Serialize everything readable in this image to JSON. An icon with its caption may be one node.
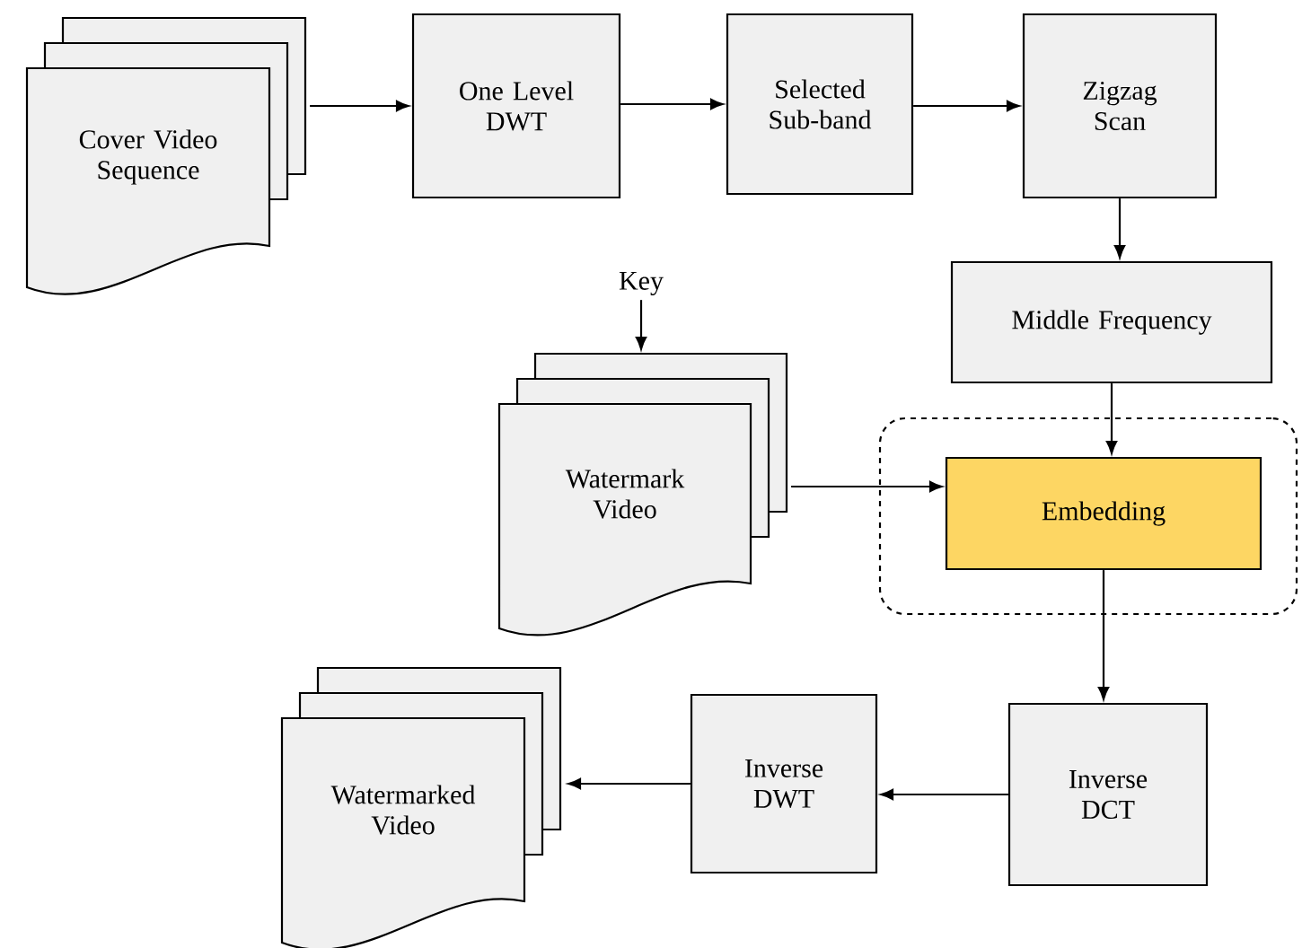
{
  "diagram": {
    "nodes": [
      {
        "text": [
          "Cover Video Sequence"
        ]
      },
      {
        "text": [
          "One Level DWT"
        ]
      },
      {
        "text": [
          "Selected Sub-band"
        ]
      },
      {
        "text": [
          "Zigzag Scan"
        ]
      },
      {
        "text": [
          "Middle Frequency"
        ]
      },
      {
        "text": [
          "Key"
        ]
      },
      {
        "text": [
          "Watermark Video"
        ]
      },
      {
        "text": [],
        "shape": "box"
      },
      {
        "text": [
          "Embedding"
        ],
        "in": 7
      },
      {
        "text": [
          "Inverse DCT"
        ]
      },
      {
        "text": [
          "Inverse DWT"
        ]
      },
      {
        "text": [
          "Watermarked Video"
        ]
      }
    ],
    "edges": [
      {
        "from": 0,
        "to": 1,
        "arrow": "to"
      },
      {
        "from": 1,
        "to": 2,
        "arrow": "to"
      },
      {
        "from": 2,
        "to": 3,
        "arrow": "to"
      },
      {
        "from": 3,
        "to": 4,
        "arrow": "to"
      },
      {
        "from": 4,
        "to": 8,
        "arrow": "to"
      },
      {
        "from": 5,
        "to": 6,
        "arrow": "to"
      },
      {
        "from": 6,
        "to": 8,
        "arrow": "to"
      },
      {
        "from": 8,
        "to": 9,
        "arrow": "to"
      },
      {
        "from": 9,
        "to": 10,
        "arrow": "to"
      },
      {
        "from": 10,
        "to": 11,
        "arrow": "to"
      }
    ]
  }
}
